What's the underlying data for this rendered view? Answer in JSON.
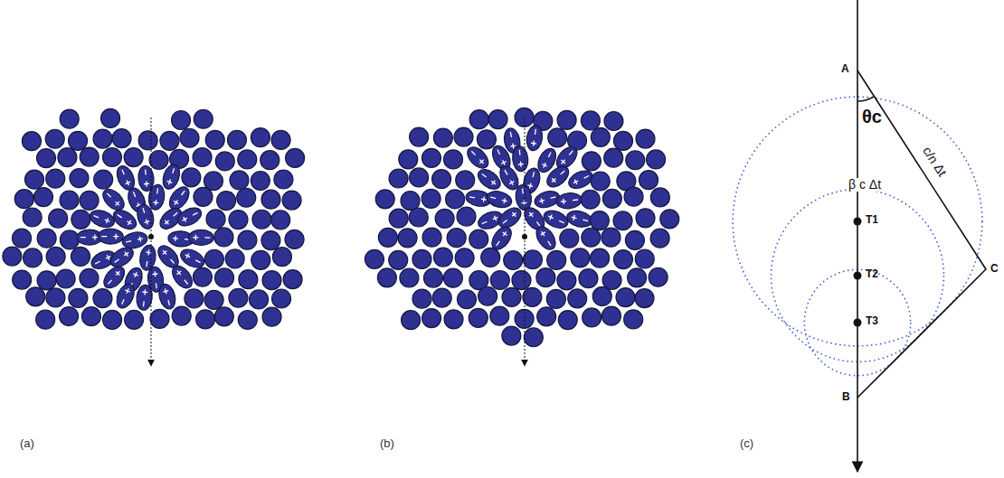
{
  "diagram": {
    "labels": [
      "(a)",
      "(b)",
      "(c)",
      "A",
      "θc",
      "c/n Δt",
      "β c Δt",
      "T1",
      "T2",
      "T3",
      "C",
      "B"
    ]
  }
}
